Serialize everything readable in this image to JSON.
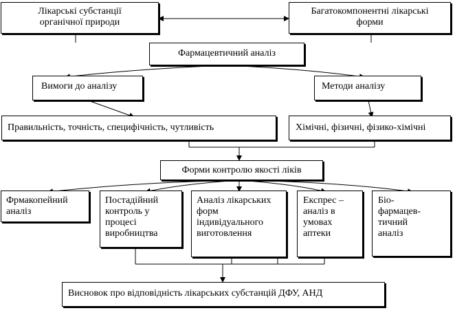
{
  "boxes": {
    "organic": "Лікарські субстанції\nорганічної природи",
    "multicomponent": "Багатокомпонентні лікарські\nформи",
    "pharma_analysis": "Фармацевтичний аналіз",
    "requirements": "Вимоги до аналізу",
    "methods": "Методи аналізу",
    "correctness": "Правильність, точність, специфічність, чутливість",
    "chemical": "Хімічні, фізичні, фізико-хімічні",
    "control_forms": "Форми контролю якості ліків",
    "pharmacopoeia": "Фрмакопейний\nаналіз",
    "stagewise": "Постадійний\nконтроль у\nпроцесі\nвиробництва",
    "individual": "Аналіз лікарських\nформ\nіндивідуального\nвиготовлення",
    "express": "Експрес –\nаналіз в\nумовах\nаптеки",
    "biopharm": "Біо-\nфармацев-\nтичний\nаналіз",
    "conclusion": "Висновок про відповідність лікарських субстанцій ДФУ, АНД"
  }
}
